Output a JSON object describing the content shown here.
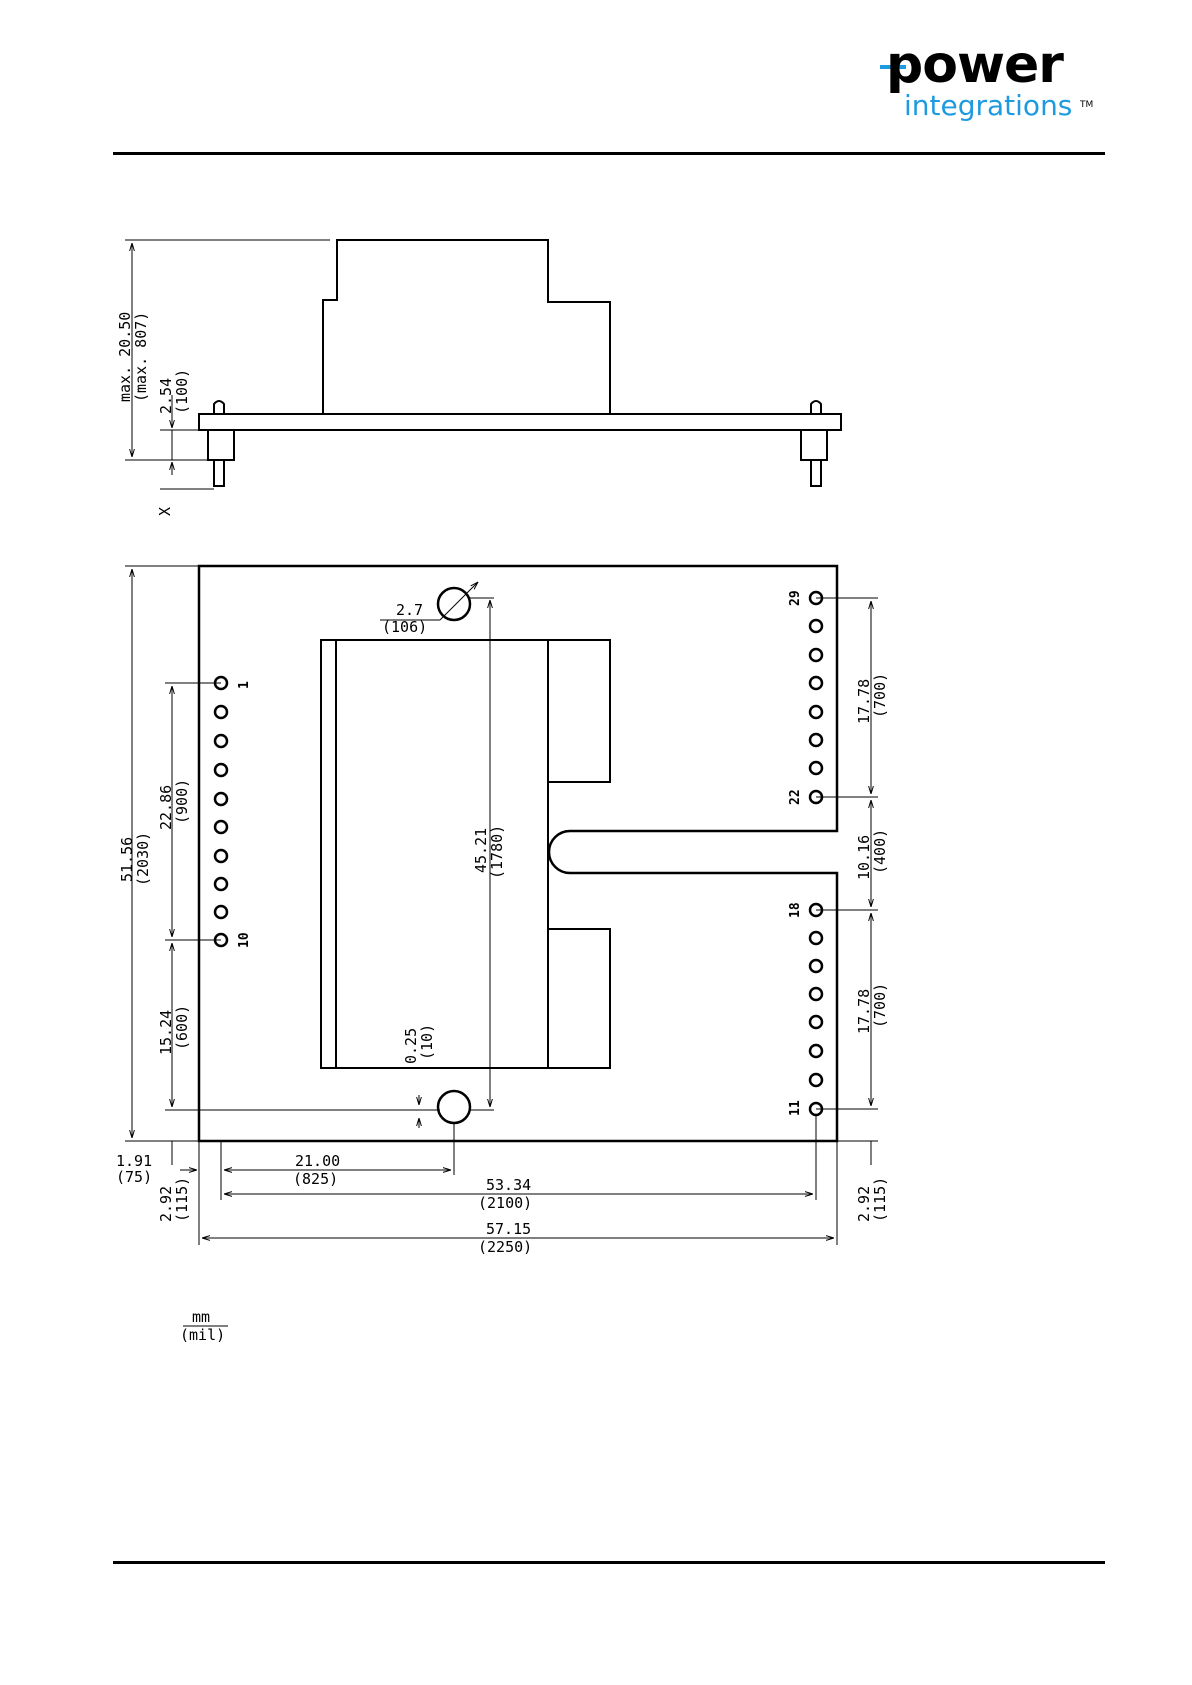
{
  "brand": {
    "line1": "power",
    "line2": "integrations",
    "trademark": "TM",
    "accent_color": "#1e9be0"
  },
  "side_view": {
    "dims": {
      "height_mm": "max. 20.50",
      "height_mil": "(max. 807)",
      "board_mm": "2.54",
      "board_mil": "(100)",
      "pin_len": "X"
    }
  },
  "top_view": {
    "dims": {
      "total_h_mm": "51.56",
      "total_h_mil": "(2030)",
      "pins_left_mm": "22.86",
      "pins_left_mil": "(900)",
      "lower_left_mm": "15.24",
      "lower_left_mil": "(600)",
      "hole_mm": "2.7",
      "hole_mil": "(106)",
      "hole_span_mm": "45.21",
      "hole_span_mil": "(1780)",
      "offset_mm": "0.25",
      "offset_mil": "(10)",
      "right_upper_mm": "17.78",
      "right_upper_mil": "(700)",
      "slot_mm": "10.16",
      "slot_mil": "(400)",
      "right_lower_mm": "17.78",
      "right_lower_mil": "(700)",
      "left_edge_mm": "1.91",
      "left_edge_mil": "(75)",
      "bottom_left_mm": "2.92",
      "bottom_left_mil": "(115)",
      "hole_x_mm": "21.00",
      "hole_x_mil": "(825)",
      "pin_span_mm": "53.34",
      "pin_span_mil": "(2100)",
      "total_w_mm": "57.15",
      "total_w_mil": "(2250)",
      "bottom_right_mm": "2.92",
      "bottom_right_mil": "(115)"
    },
    "pin_labels": {
      "p1": "1",
      "p10": "10",
      "p29": "29",
      "p22": "22",
      "p18": "18",
      "p11": "11"
    }
  },
  "legend": {
    "unit_top": "mm",
    "unit_bottom": "(mil)"
  }
}
